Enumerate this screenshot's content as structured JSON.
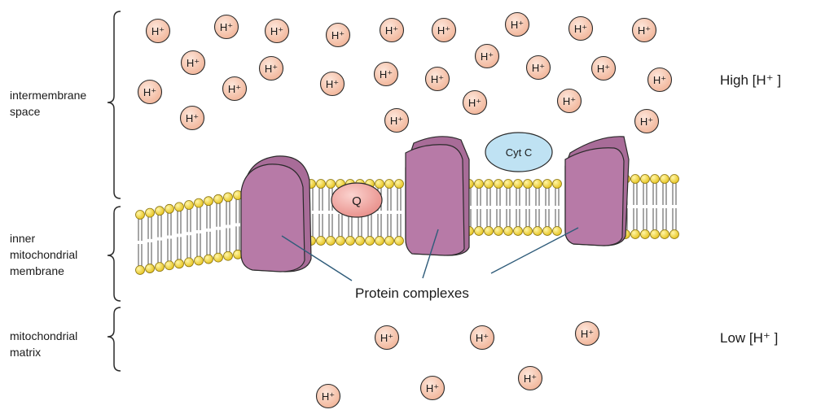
{
  "regions": [
    {
      "lines": [
        "intermembrane",
        "space"
      ]
    },
    {
      "lines": [
        "inner",
        "mitochondrial",
        "membrane"
      ]
    },
    {
      "lines": [
        "mitochondrial",
        "matrix"
      ]
    }
  ],
  "concentrations": {
    "high": "High [H⁺ ]",
    "low": "Low [H⁺ ]"
  },
  "ion_label": "H⁺",
  "carriers": {
    "q": "Q",
    "cyt_c": "Cyt C"
  },
  "protein_label": "Protein complexes",
  "colors": {
    "ion_fill": "#f6c8b0",
    "protein_fill": "#b77aa7",
    "q_fill": "#f0a9a5",
    "cytc_fill": "#bfe2f3",
    "lipid_head": "#f4dd3d",
    "pointer_line": "#2f5c7a"
  }
}
